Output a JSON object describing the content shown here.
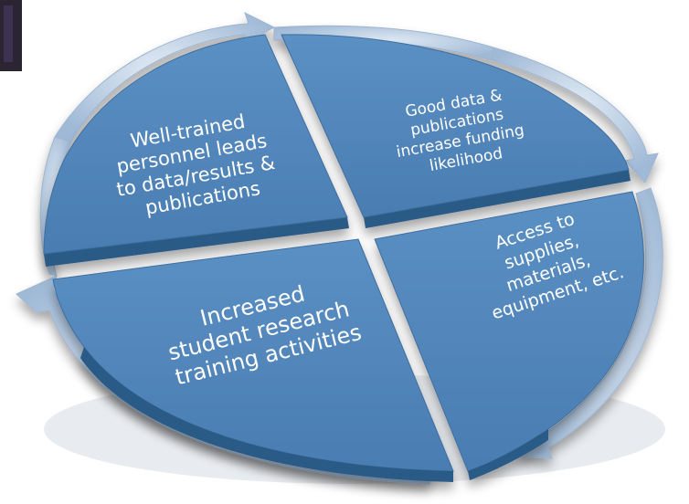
{
  "diagram": {
    "type": "cycle",
    "quadrants": [
      {
        "id": "top-left",
        "lines": [
          "Well-trained",
          "personnel leads",
          "to data/results &",
          "publications"
        ]
      },
      {
        "id": "top-right",
        "lines": [
          "Good data &",
          "publications",
          "increase funding",
          "likelihood"
        ]
      },
      {
        "id": "bottom-right",
        "lines": [
          "Access to",
          "supplies,",
          "materials,",
          "equipment, etc."
        ]
      },
      {
        "id": "bottom-left",
        "lines": [
          "Increased",
          "student research",
          "training activities"
        ]
      }
    ],
    "colors": {
      "quadrant_fill": "#4f83b8",
      "quadrant_dark": "#2c5a86",
      "ring_fill": "#b9cde3",
      "text": "#ffffff",
      "corner_image": "#2a2433"
    }
  }
}
